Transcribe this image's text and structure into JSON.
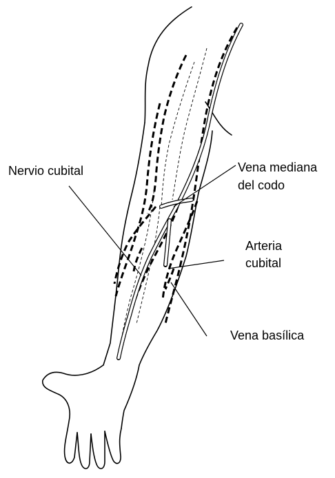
{
  "labels": {
    "nervio_cubital": "Nervio cubital",
    "vena_mediana_line1": "Vena mediana",
    "vena_mediana_line2": "del codo",
    "arteria_line1": "Arteria",
    "arteria_line2": "cubital",
    "vena_basilica": "Vena basílica"
  },
  "colors": {
    "ink": "#000000",
    "background": "#ffffff"
  }
}
